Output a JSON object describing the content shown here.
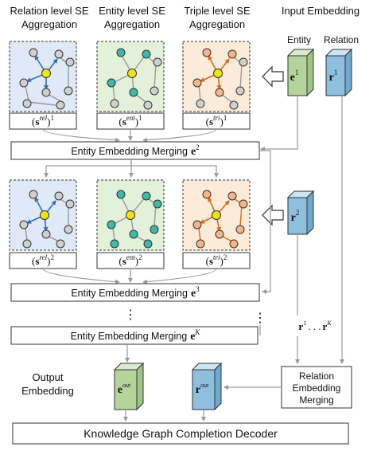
{
  "headers": {
    "relation_line1": "Relation level SE",
    "relation_line2": "Aggregation",
    "entity_line1": "Entity level SE",
    "entity_line2": "Aggregation",
    "triple_line1": "Triple level SE",
    "triple_line2": "Aggregation",
    "input": "Input Embedding"
  },
  "input_labels": {
    "entity": "Entity",
    "relation": "Relation"
  },
  "vectors": {
    "e1": "e",
    "e1_sup": "1",
    "r1": "r",
    "r1_sup": "1",
    "r2": "r",
    "r2_sup": "2",
    "eout": "e",
    "eout_sup": "out",
    "rout": "r",
    "rout_sup": "out"
  },
  "row1_labels": [
    {
      "base": "s",
      "sup": "rel",
      "outer": "1"
    },
    {
      "base": "s",
      "sup": "ent",
      "outer": "1"
    },
    {
      "base": "s",
      "sup": "tri",
      "outer": "1"
    }
  ],
  "row2_labels": [
    {
      "base": "s",
      "sup": "rel",
      "outer": "2"
    },
    {
      "base": "s",
      "sup": "ent",
      "outer": "2"
    },
    {
      "base": "s",
      "sup": "tri",
      "outer": "2"
    }
  ],
  "merge1": {
    "text": "Entity Embedding Merging",
    "vec": "e",
    "sup": "2"
  },
  "merge2": {
    "text": "Entity Embedding Merging",
    "vec": "e",
    "sup": "3"
  },
  "mergeK": {
    "text": "Entity Embedding Merging",
    "vec": "e",
    "sup": "K"
  },
  "r_sequence": {
    "first": "r",
    "first_sup": "1",
    "dots": ". . .",
    "last": "r",
    "last_sup": "K"
  },
  "vdots": "⋮",
  "relation_merging": {
    "line1": "Relation",
    "line2": "Embedding",
    "line3": "Merging"
  },
  "output_label": {
    "line1": "Output",
    "line2": "Embedding"
  },
  "decoder": "Knowledge Graph Completion Decoder",
  "colors": {
    "relation_panel": "#dfe9f7",
    "entity_panel": "#e3f0da",
    "triple_panel": "#fbebd8",
    "entity_vector": "#b5d49c",
    "relation_vector": "#8fbfdf",
    "blue_arrow": "#2f6fbf",
    "teal_node": "#3fb8a6",
    "orange_arrow": "#d96a1e",
    "yellow_node": "#f2e21a"
  }
}
